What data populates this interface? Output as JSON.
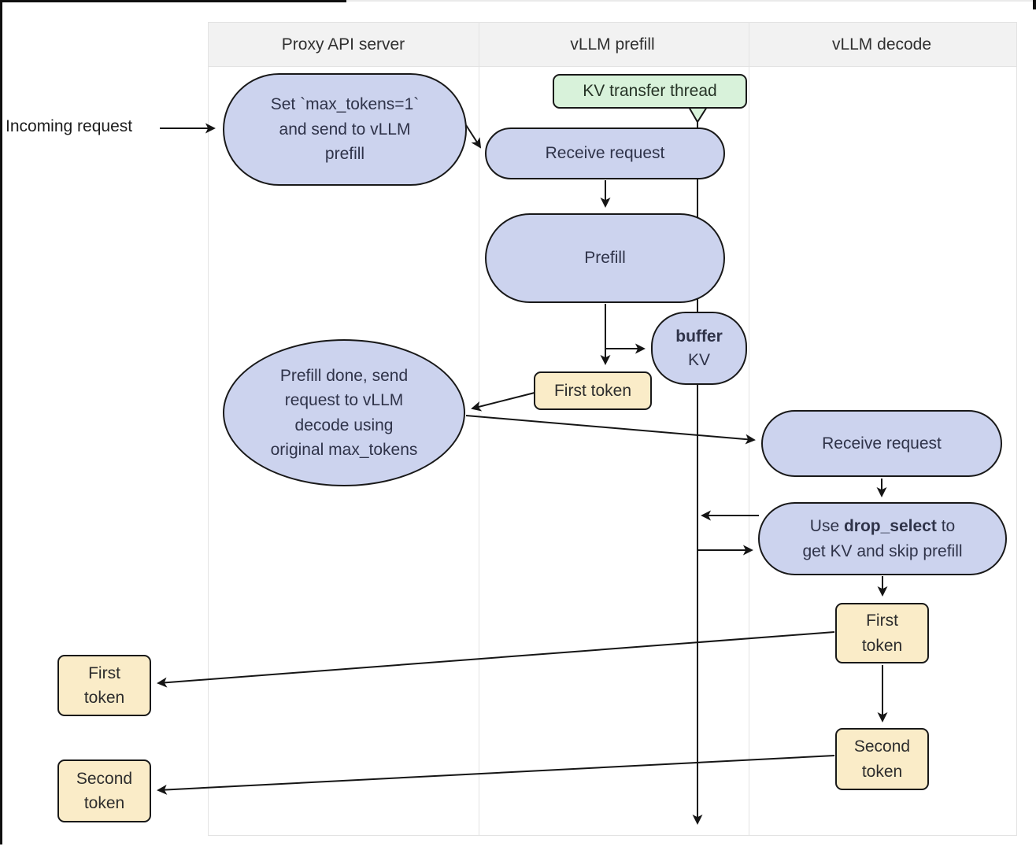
{
  "lanes": {
    "proxy": "Proxy API server",
    "prefill": "vLLM prefill",
    "decode": "vLLM decode"
  },
  "outside": {
    "incoming_label": "Incoming request",
    "first_token": {
      "line1": "First",
      "line2": "token"
    },
    "second_token": {
      "line1": "Second",
      "line2": "token"
    }
  },
  "nodes": {
    "set_max_tokens": {
      "line1": "Set `max_tokens=1`",
      "line2": "and send to vLLM",
      "line3": "prefill"
    },
    "kv_transfer_thread": {
      "label": "KV transfer thread"
    },
    "receive_request_prefill": {
      "label": "Receive request"
    },
    "prefill": {
      "label": "Prefill"
    },
    "buffer_kv": {
      "bold": "buffer",
      "normal": "KV"
    },
    "first_token_prefill": {
      "label": "First token"
    },
    "prefill_done": {
      "line1": "Prefill done, send",
      "line2": "request to vLLM",
      "line3": "decode using",
      "line4": "original max_tokens"
    },
    "receive_request_decode": {
      "label": "Receive request"
    },
    "drop_select": {
      "pre": "Use ",
      "bold": "drop_select",
      "post": " to",
      "line2": "get KV and skip prefill"
    },
    "first_token_decode": {
      "line1": "First",
      "line2": "token"
    },
    "second_token_decode": {
      "line1": "Second",
      "line2": "token"
    }
  },
  "colors": {
    "lavender": "#ccd3ee",
    "yellow": "#faecc8",
    "green": "#d8f2da",
    "nodeBorder": "#191919",
    "laneHeaderBg": "#f2f2f2",
    "arrow": "#151515",
    "frame": "#101010"
  }
}
